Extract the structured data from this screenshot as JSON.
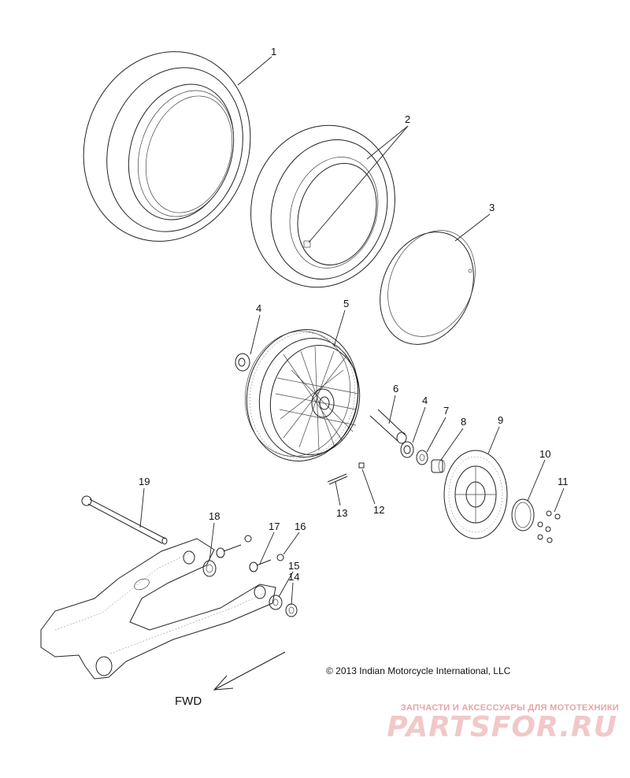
{
  "callouts": {
    "c1": "1",
    "c2": "2",
    "c3": "3",
    "c4a": "4",
    "c5": "5",
    "c6": "6",
    "c4b": "4",
    "c7": "7",
    "c8": "8",
    "c9": "9",
    "c10": "10",
    "c11": "11",
    "c12": "12",
    "c13": "13",
    "c14": "14",
    "c15": "15",
    "c16": "16",
    "c17": "17",
    "c18": "18",
    "c19": "19"
  },
  "copyright": "© 2013 Indian Motorcycle International, LLC",
  "direction_label": "FWD",
  "watermark": {
    "tagline": "ЗАПЧАСТИ И АКСЕССУАРЫ ДЛЯ МОТОТЕХНИКИ",
    "logo": "PARTSFOR.RU"
  }
}
